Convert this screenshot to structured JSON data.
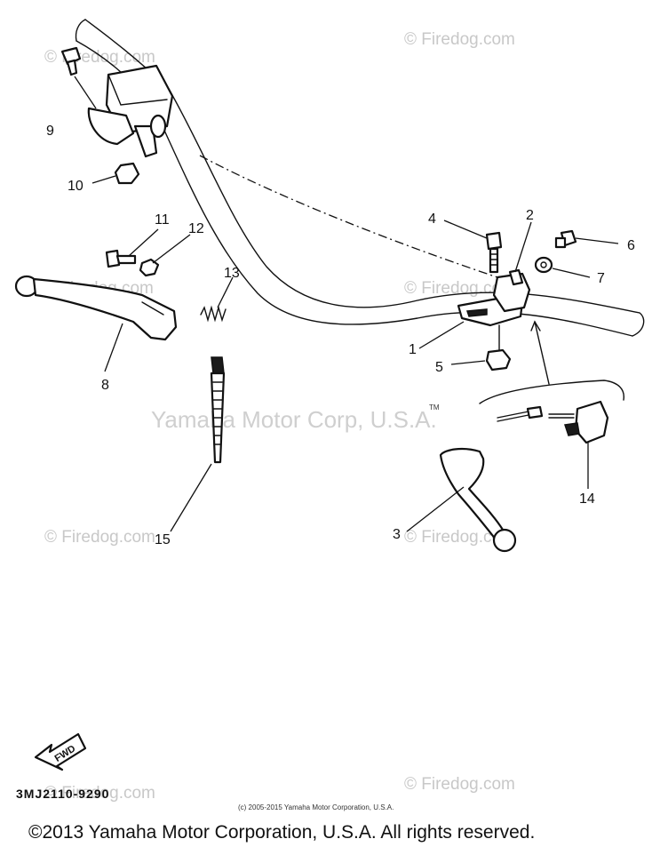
{
  "watermarks": {
    "site": "© Firedog.com",
    "brand": "Yamaha Motor Corp, U.S.A.",
    "tm": "TM"
  },
  "callouts": [
    "1",
    "2",
    "3",
    "4",
    "5",
    "6",
    "7",
    "8",
    "9",
    "10",
    "11",
    "12",
    "13",
    "14",
    "15"
  ],
  "fwd_label": "FWD",
  "diagram_code": "3MJ2110-9290",
  "small_copyright": "(c) 2005-2015 Yamaha Motor Corporation, U.S.A.",
  "footer_copyright": "©2013 Yamaha Motor Corporation, U.S.A. All rights reserved."
}
